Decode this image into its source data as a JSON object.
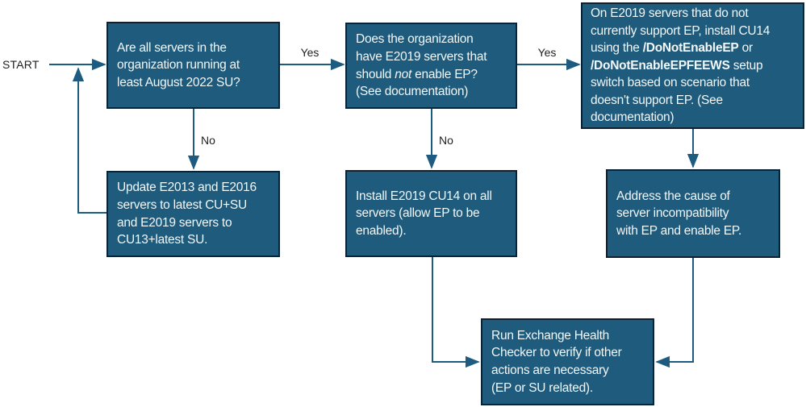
{
  "diagram": {
    "description": "Exchange Server Extended Protection CU14 decision flowchart",
    "start_label": "START",
    "colors": {
      "node_fill": "#1E5B7C",
      "node_border": "#0C2233",
      "arrow": "#1D5C80",
      "node_text": "#F2F7F8",
      "label_text": "#1F1F1F",
      "background": "#FFFFFF"
    },
    "nodes": [
      {
        "id": "august-su-check",
        "segments": [
          {
            "t": "Are all servers in the\norganization running at\nleast August 2022 SU?"
          }
        ]
      },
      {
        "id": "e2019-no-ep-question",
        "segments": [
          {
            "t": "Does the organization\nhave E2019 servers that\nshould "
          },
          {
            "t": "not",
            "i": true
          },
          {
            "t": " enable EP?\n(See documentation)"
          }
        ]
      },
      {
        "id": "install-cu14-noep-switch",
        "segments": [
          {
            "t": "On E2019 servers that do not\ncurrently support EP, install CU14\nusing the "
          },
          {
            "t": "/DoNotEnableEP",
            "b": true
          },
          {
            "t": " or\n"
          },
          {
            "t": "/DoNotEnableEPFEEWS",
            "b": true
          },
          {
            "t": " setup\nswitch based on scenario that\ndoesn't support EP. (See\ndocumentation)"
          }
        ]
      },
      {
        "id": "update-servers-latest",
        "segments": [
          {
            "t": "Update E2013 and E2016\nservers to latest CU+SU\nand E2019 servers to\nCU13+latest SU."
          }
        ]
      },
      {
        "id": "install-cu14-all-servers",
        "segments": [
          {
            "t": "Install E2019 CU14 on all\nservers (allow EP to be\nenabled)."
          }
        ]
      },
      {
        "id": "address-incompatibility",
        "segments": [
          {
            "t": "Address the cause of\nserver incompatibility\nwith EP and enable EP."
          }
        ]
      },
      {
        "id": "run-health-checker",
        "segments": [
          {
            "t": "Run Exchange Health\nChecker to verify if other\nactions are necessary\n(EP or SU related)."
          }
        ]
      }
    ],
    "edge_labels": {
      "yes1": "Yes",
      "yes2": "Yes",
      "no1": "No",
      "no2": "No"
    }
  }
}
